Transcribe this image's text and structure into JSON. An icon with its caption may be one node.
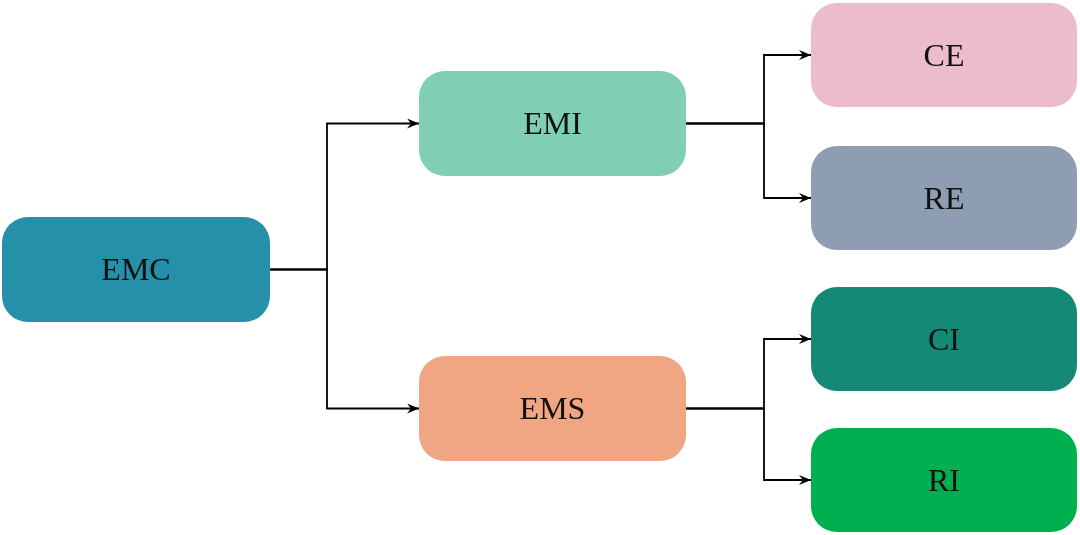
{
  "diagram": {
    "nodes": [
      {
        "text": [
          "EMC"
        ]
      },
      {
        "text": [
          "EMI"
        ]
      },
      {
        "text": [
          "EMS"
        ]
      },
      {
        "text": [
          "CE"
        ]
      },
      {
        "text": [
          "RE"
        ]
      },
      {
        "text": [
          "CI"
        ]
      },
      {
        "text": [
          "RI"
        ]
      }
    ],
    "edges": [
      {
        "from": 0,
        "to": 1,
        "arrow": "to"
      },
      {
        "from": 0,
        "to": 2,
        "arrow": "to"
      },
      {
        "from": 1,
        "to": 3,
        "arrow": "to"
      },
      {
        "from": 1,
        "to": 4,
        "arrow": "to"
      },
      {
        "from": 2,
        "to": 5,
        "arrow": "to"
      },
      {
        "from": 2,
        "to": 6,
        "arrow": "to"
      }
    ]
  }
}
